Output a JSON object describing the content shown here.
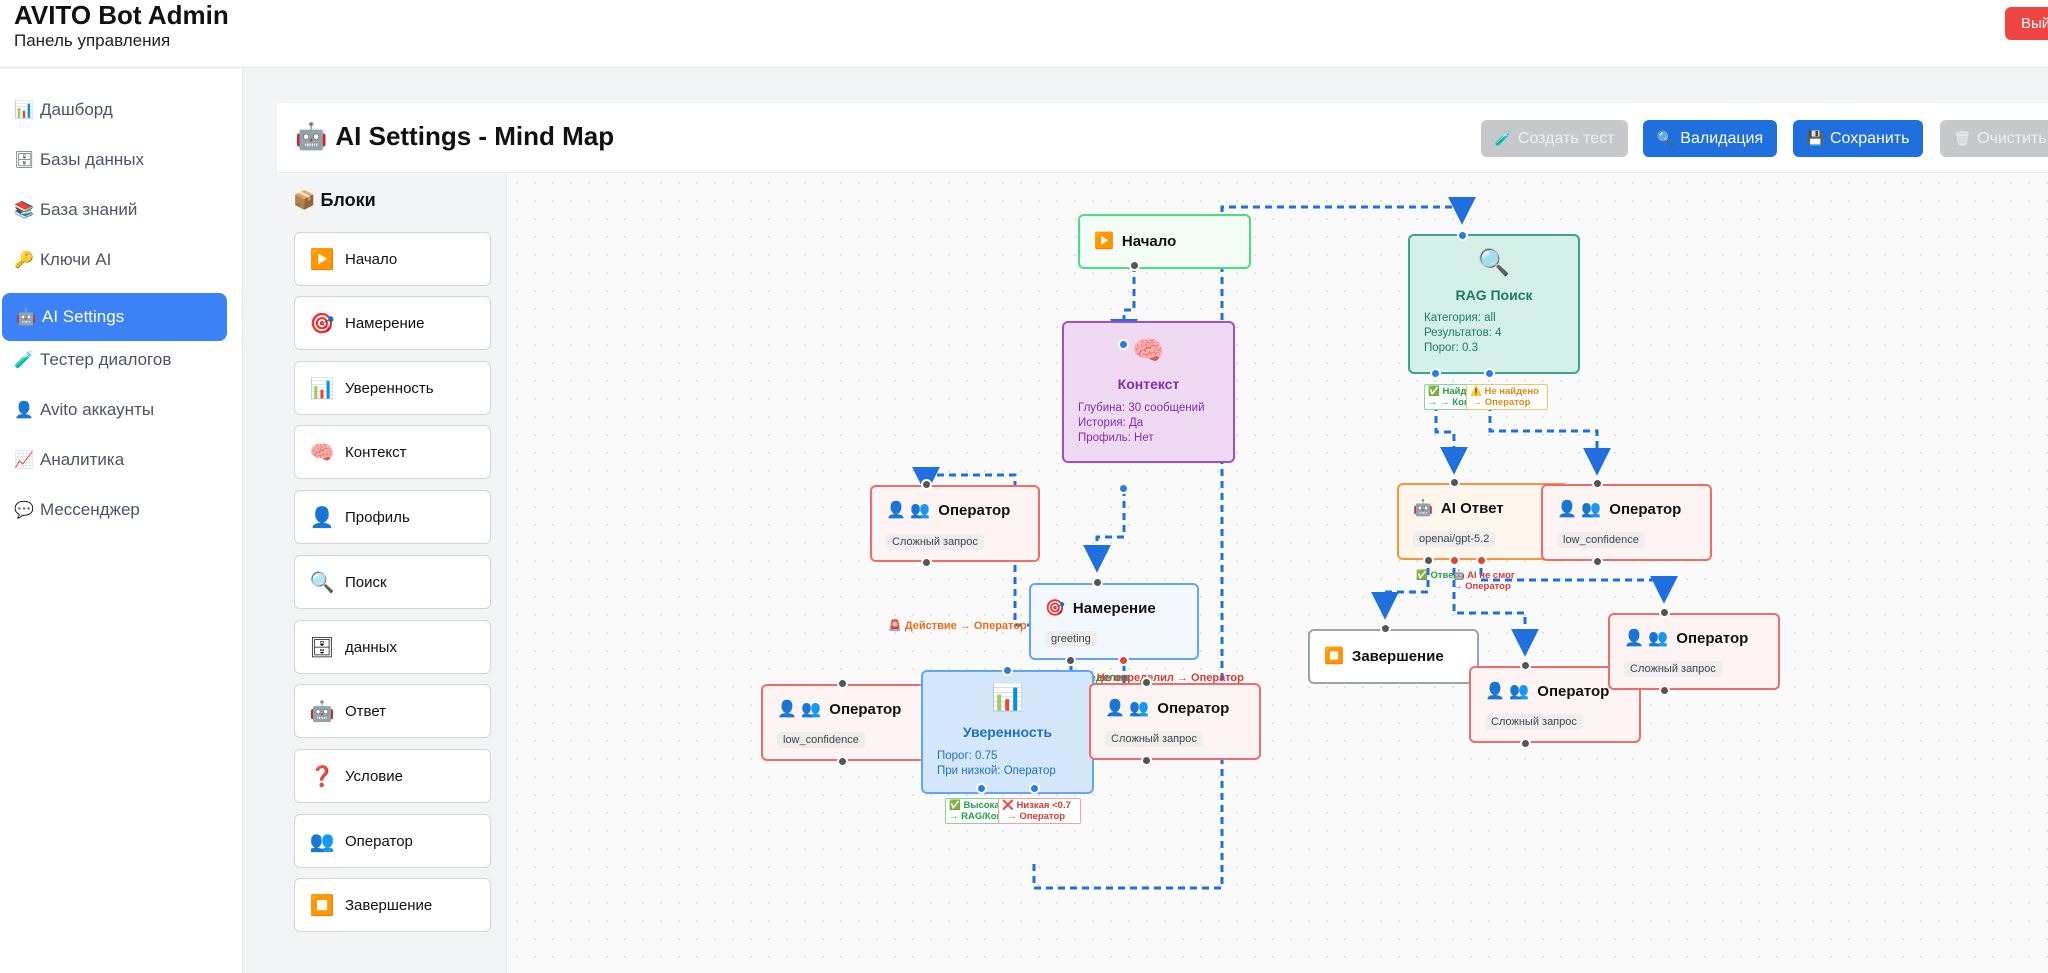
{
  "header": {
    "title": "AVITO Bot Admin",
    "subtitle": "Панель управления",
    "logout_label": "Вый"
  },
  "sidebar": {
    "items": [
      {
        "icon": "chart-icon",
        "glyph": "📊",
        "label": "Дашборд"
      },
      {
        "icon": "database-icon",
        "glyph": "🗄",
        "label": "Базы данных"
      },
      {
        "icon": "books-icon",
        "glyph": "📚",
        "label": "База знаний"
      },
      {
        "icon": "key-icon",
        "glyph": "🔑",
        "label": "Ключи AI"
      },
      {
        "icon": "robot-icon",
        "glyph": "🤖",
        "label": "AI Settings"
      },
      {
        "icon": "test-tube-icon",
        "glyph": "🧪",
        "label": "Тестер диалогов"
      },
      {
        "icon": "user-icon",
        "glyph": "👤",
        "label": "Avito аккаунты"
      },
      {
        "icon": "trend-icon",
        "glyph": "📈",
        "label": "Аналитика"
      },
      {
        "icon": "chat-icon",
        "glyph": "💬",
        "label": "Мессенджер"
      }
    ],
    "active_index": 4
  },
  "page": {
    "title": "AI Settings - Mind Map",
    "title_icon": "robot-icon"
  },
  "toolbar": {
    "create_test": "Создать тест",
    "validate": "Валидация",
    "save": "Сохранить",
    "clear": "Очистить"
  },
  "blocks": {
    "title": "Блоки",
    "items": [
      {
        "icon": "play-icon",
        "label": "Начало"
      },
      {
        "icon": "target-icon",
        "label": "Намерение"
      },
      {
        "icon": "chart-icon",
        "label": "Уверенность"
      },
      {
        "icon": "brain-icon",
        "label": "Контекст"
      },
      {
        "icon": "user-icon",
        "label": "Профиль"
      },
      {
        "icon": "search-icon",
        "label": "Поиск"
      },
      {
        "icon": "database-icon",
        "label": "данных"
      },
      {
        "icon": "robot-icon",
        "label": "Ответ"
      },
      {
        "icon": "question-icon",
        "label": "Условие"
      },
      {
        "icon": "users-icon",
        "label": "Оператор"
      },
      {
        "icon": "stop-icon",
        "label": "Завершение"
      }
    ]
  },
  "nodes": {
    "start": {
      "title": "Начало"
    },
    "context": {
      "title": "Контекст",
      "depth": "Глубина: 30 сообщений",
      "history": "История: Да",
      "profile": "Профиль: Нет"
    },
    "op1": {
      "title": "Оператор",
      "tag": "Сложный запрос"
    },
    "intent": {
      "title": "Намерение",
      "tag": "greeting"
    },
    "op2": {
      "title": "Оператор",
      "tag": "low_confidence"
    },
    "confidence": {
      "title": "Уверенность",
      "threshold": "Порог: 0.75",
      "low": "При низкой: Оператор"
    },
    "op3": {
      "title": "Оператор",
      "tag": "Сложный запрос"
    },
    "rag": {
      "title": "RAG Поиск",
      "category": "Категория: all",
      "results": "Результатов: 4",
      "threshold": "Порог: 0.3"
    },
    "ai": {
      "title": "AI Ответ",
      "tag": "openai/gpt-5.2"
    },
    "op4": {
      "title": "Оператор",
      "tag": "low_confidence"
    },
    "finish": {
      "title": "Завершение"
    },
    "op5": {
      "title": "Оператор",
      "tag": "Сложный запрос"
    },
    "op6": {
      "title": "Оператор",
      "tag": "Сложный запрос"
    }
  },
  "edge_labels": {
    "action": "Действие → Оператор",
    "op_detected": "Определен",
    "not_detected": "Не определил → Оператор",
    "high_a": "Высокая",
    "high_b": "→ RAG/Контекст",
    "low_a": "Низкая <0.7",
    "low_b": "→ Оператор",
    "found_a": "Найдено",
    "found_b": "→ Контекст",
    "notfound_a": "Не найдено",
    "notfound_b": "→ Оператор",
    "ai_ok": "Ответ",
    "ai_err_a": "AI не смог",
    "ai_err_b": "→ Оператор"
  },
  "colors": {
    "accent": "#3b82f6",
    "wire": "#2a7be4",
    "danger": "#ef4444"
  }
}
